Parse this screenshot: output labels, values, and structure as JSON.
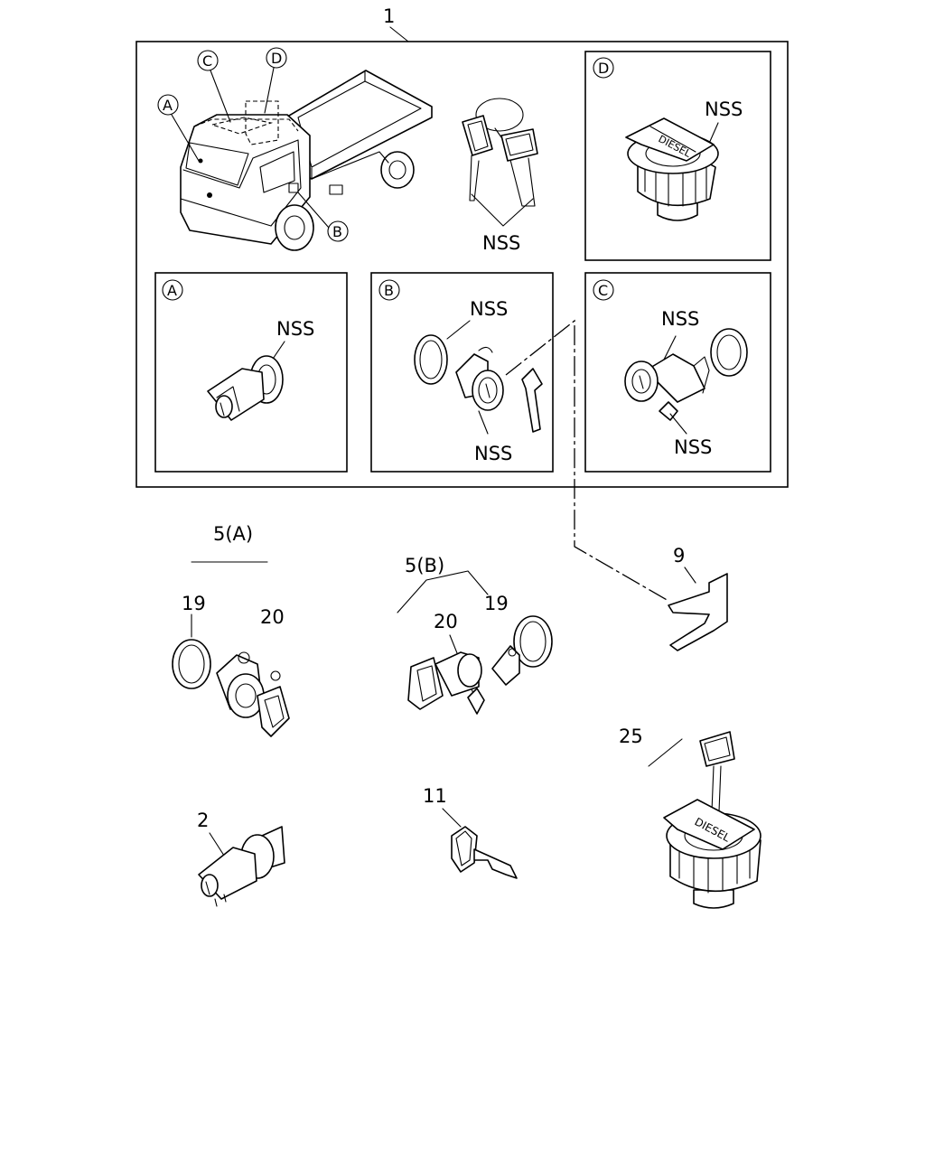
{
  "callouts": {
    "assembly": "1",
    "nss_keys": "NSS",
    "nss_d": "NSS",
    "nss_a": "NSS",
    "nss_b_top": "NSS",
    "nss_b_bottom": "NSS",
    "nss_c_top": "NSS",
    "nss_c_bottom": "NSS",
    "part_5a": "5(A)",
    "part_19_left": "19",
    "part_20_left": "20",
    "part_5b": "5(B)",
    "part_19_mid": "19",
    "part_20_mid": "20",
    "part_9": "9",
    "part_25": "25",
    "part_2": "2",
    "part_11": "11"
  },
  "markers": {
    "a": "A",
    "b": "B",
    "c": "C",
    "d": "D"
  },
  "cap_text": "DIESEL"
}
